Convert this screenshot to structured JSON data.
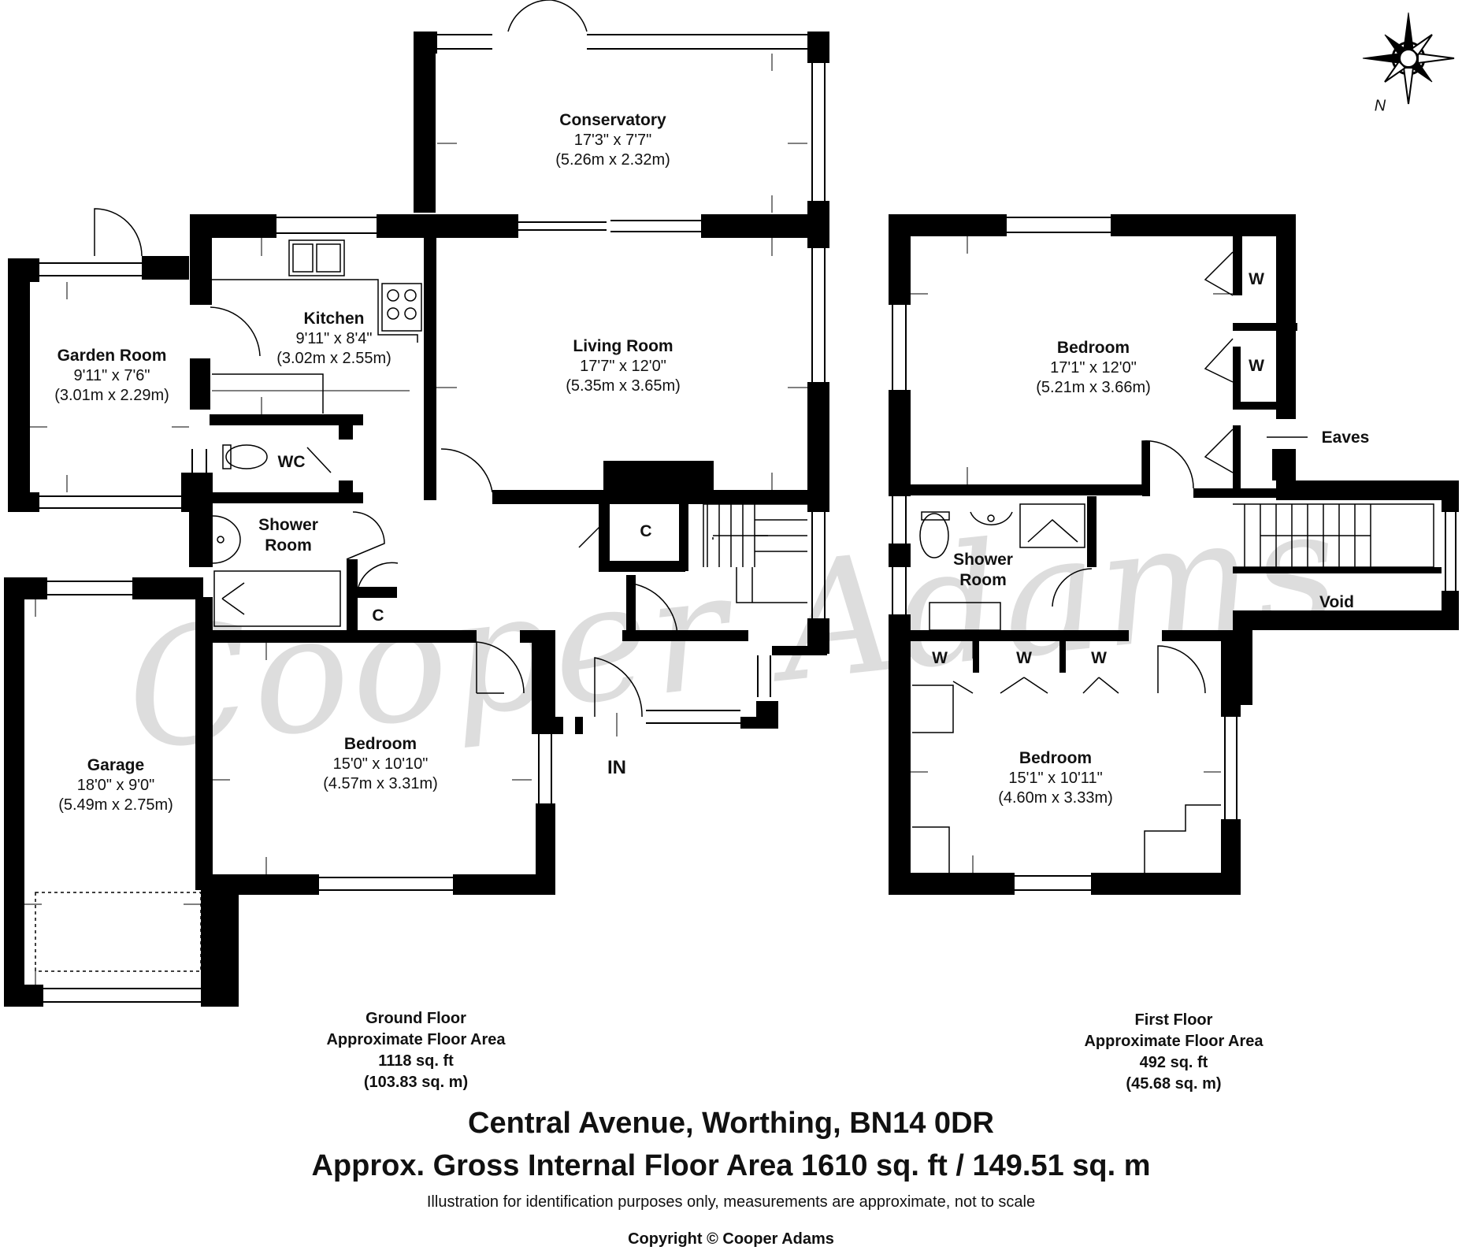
{
  "ground_floor": {
    "rooms": {
      "conservatory": {
        "name": "Conservatory",
        "dim_imperial": "17'3\" x 7'7\"",
        "dim_metric": "(5.26m x 2.32m)"
      },
      "kitchen": {
        "name": "Kitchen",
        "dim_imperial": "9'11\" x 8'4\"",
        "dim_metric": "(3.02m x 2.55m)"
      },
      "living_room": {
        "name": "Living Room",
        "dim_imperial": "17'7\" x 12'0\"",
        "dim_metric": "(5.35m x 3.65m)"
      },
      "garden_room": {
        "name": "Garden Room",
        "dim_imperial": "9'11\" x 7'6\"",
        "dim_metric": "(3.01m x 2.29m)"
      },
      "shower_room": {
        "name_line1": "Shower",
        "name_line2": "Room"
      },
      "bedroom": {
        "name": "Bedroom",
        "dim_imperial": "15'0\" x 10'10\"",
        "dim_metric": "(4.57m x 3.31m)"
      },
      "garage": {
        "name": "Garage",
        "dim_imperial": "18'0\" x 9'0\"",
        "dim_metric": "(5.49m x 2.75m)"
      }
    },
    "wc_label": "WC",
    "cupboard_label": "C",
    "entrance_label": "IN",
    "summary": {
      "title": "Ground Floor",
      "subtitle": "Approximate Floor Area",
      "sqft": "1118 sq. ft",
      "sqm": "(103.83 sq. m)"
    }
  },
  "first_floor": {
    "rooms": {
      "bedroom_1": {
        "name": "Bedroom",
        "dim_imperial": "17'1\" x 12'0\"",
        "dim_metric": "(5.21m x 3.66m)"
      },
      "bedroom_2": {
        "name": "Bedroom",
        "dim_imperial": "15'1\" x 10'11\"",
        "dim_metric": "(4.60m x 3.33m)"
      },
      "shower_room": {
        "name_line1": "Shower",
        "name_line2": "Room"
      }
    },
    "wardrobe_label": "W",
    "eaves_label": "Eaves",
    "void_label": "Void",
    "summary": {
      "title": "First Floor",
      "subtitle": "Approximate Floor Area",
      "sqft": "492 sq. ft",
      "sqm": "(45.68 sq. m)"
    }
  },
  "compass": {
    "north_label": "N"
  },
  "watermark": "Cooper Adams",
  "footer": {
    "address": "Central Avenue, Worthing, BN14 0DR",
    "gross_area": "Approx. Gross Internal Floor Area 1610 sq. ft / 149.51 sq. m",
    "disclaimer": "Illustration for identification purposes only, measurements are approximate, not to scale",
    "copyright": "Copyright © Cooper Adams"
  }
}
